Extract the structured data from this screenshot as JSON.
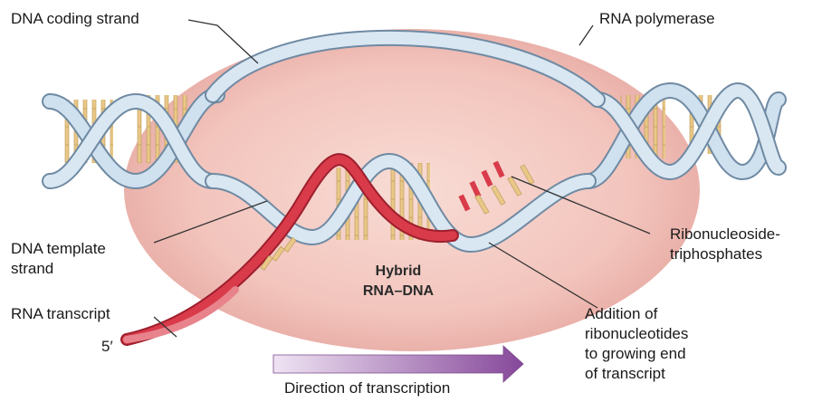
{
  "labels": {
    "coding_strand": "DNA coding strand",
    "polymerase": "RNA polymerase",
    "template_strand_line1": "DNA template",
    "template_strand_line2": "strand",
    "rna_transcript": "RNA transcript",
    "five_prime": "5′",
    "hybrid_line1": "Hybrid",
    "hybrid_line2": "RNA–DNA",
    "ntps_line1": "Ribonucleoside-",
    "ntps_line2": "triphosphates",
    "addition_line1": "Addition of",
    "addition_line2": "ribonucleotides",
    "addition_line3": "to growing end",
    "addition_line4": "of transcript",
    "direction": "Direction of transcription"
  },
  "colors": {
    "polymerase_fill": "#f0c2bb",
    "dna_strand": "#c9dcea",
    "dna_outline": "#7b93a8",
    "base_pair": "#e8c98a",
    "rna": "#d93b4a",
    "rna_light": "#e5727c",
    "arrow_start": "#e6d6ee",
    "arrow_end": "#8a4f9c"
  }
}
